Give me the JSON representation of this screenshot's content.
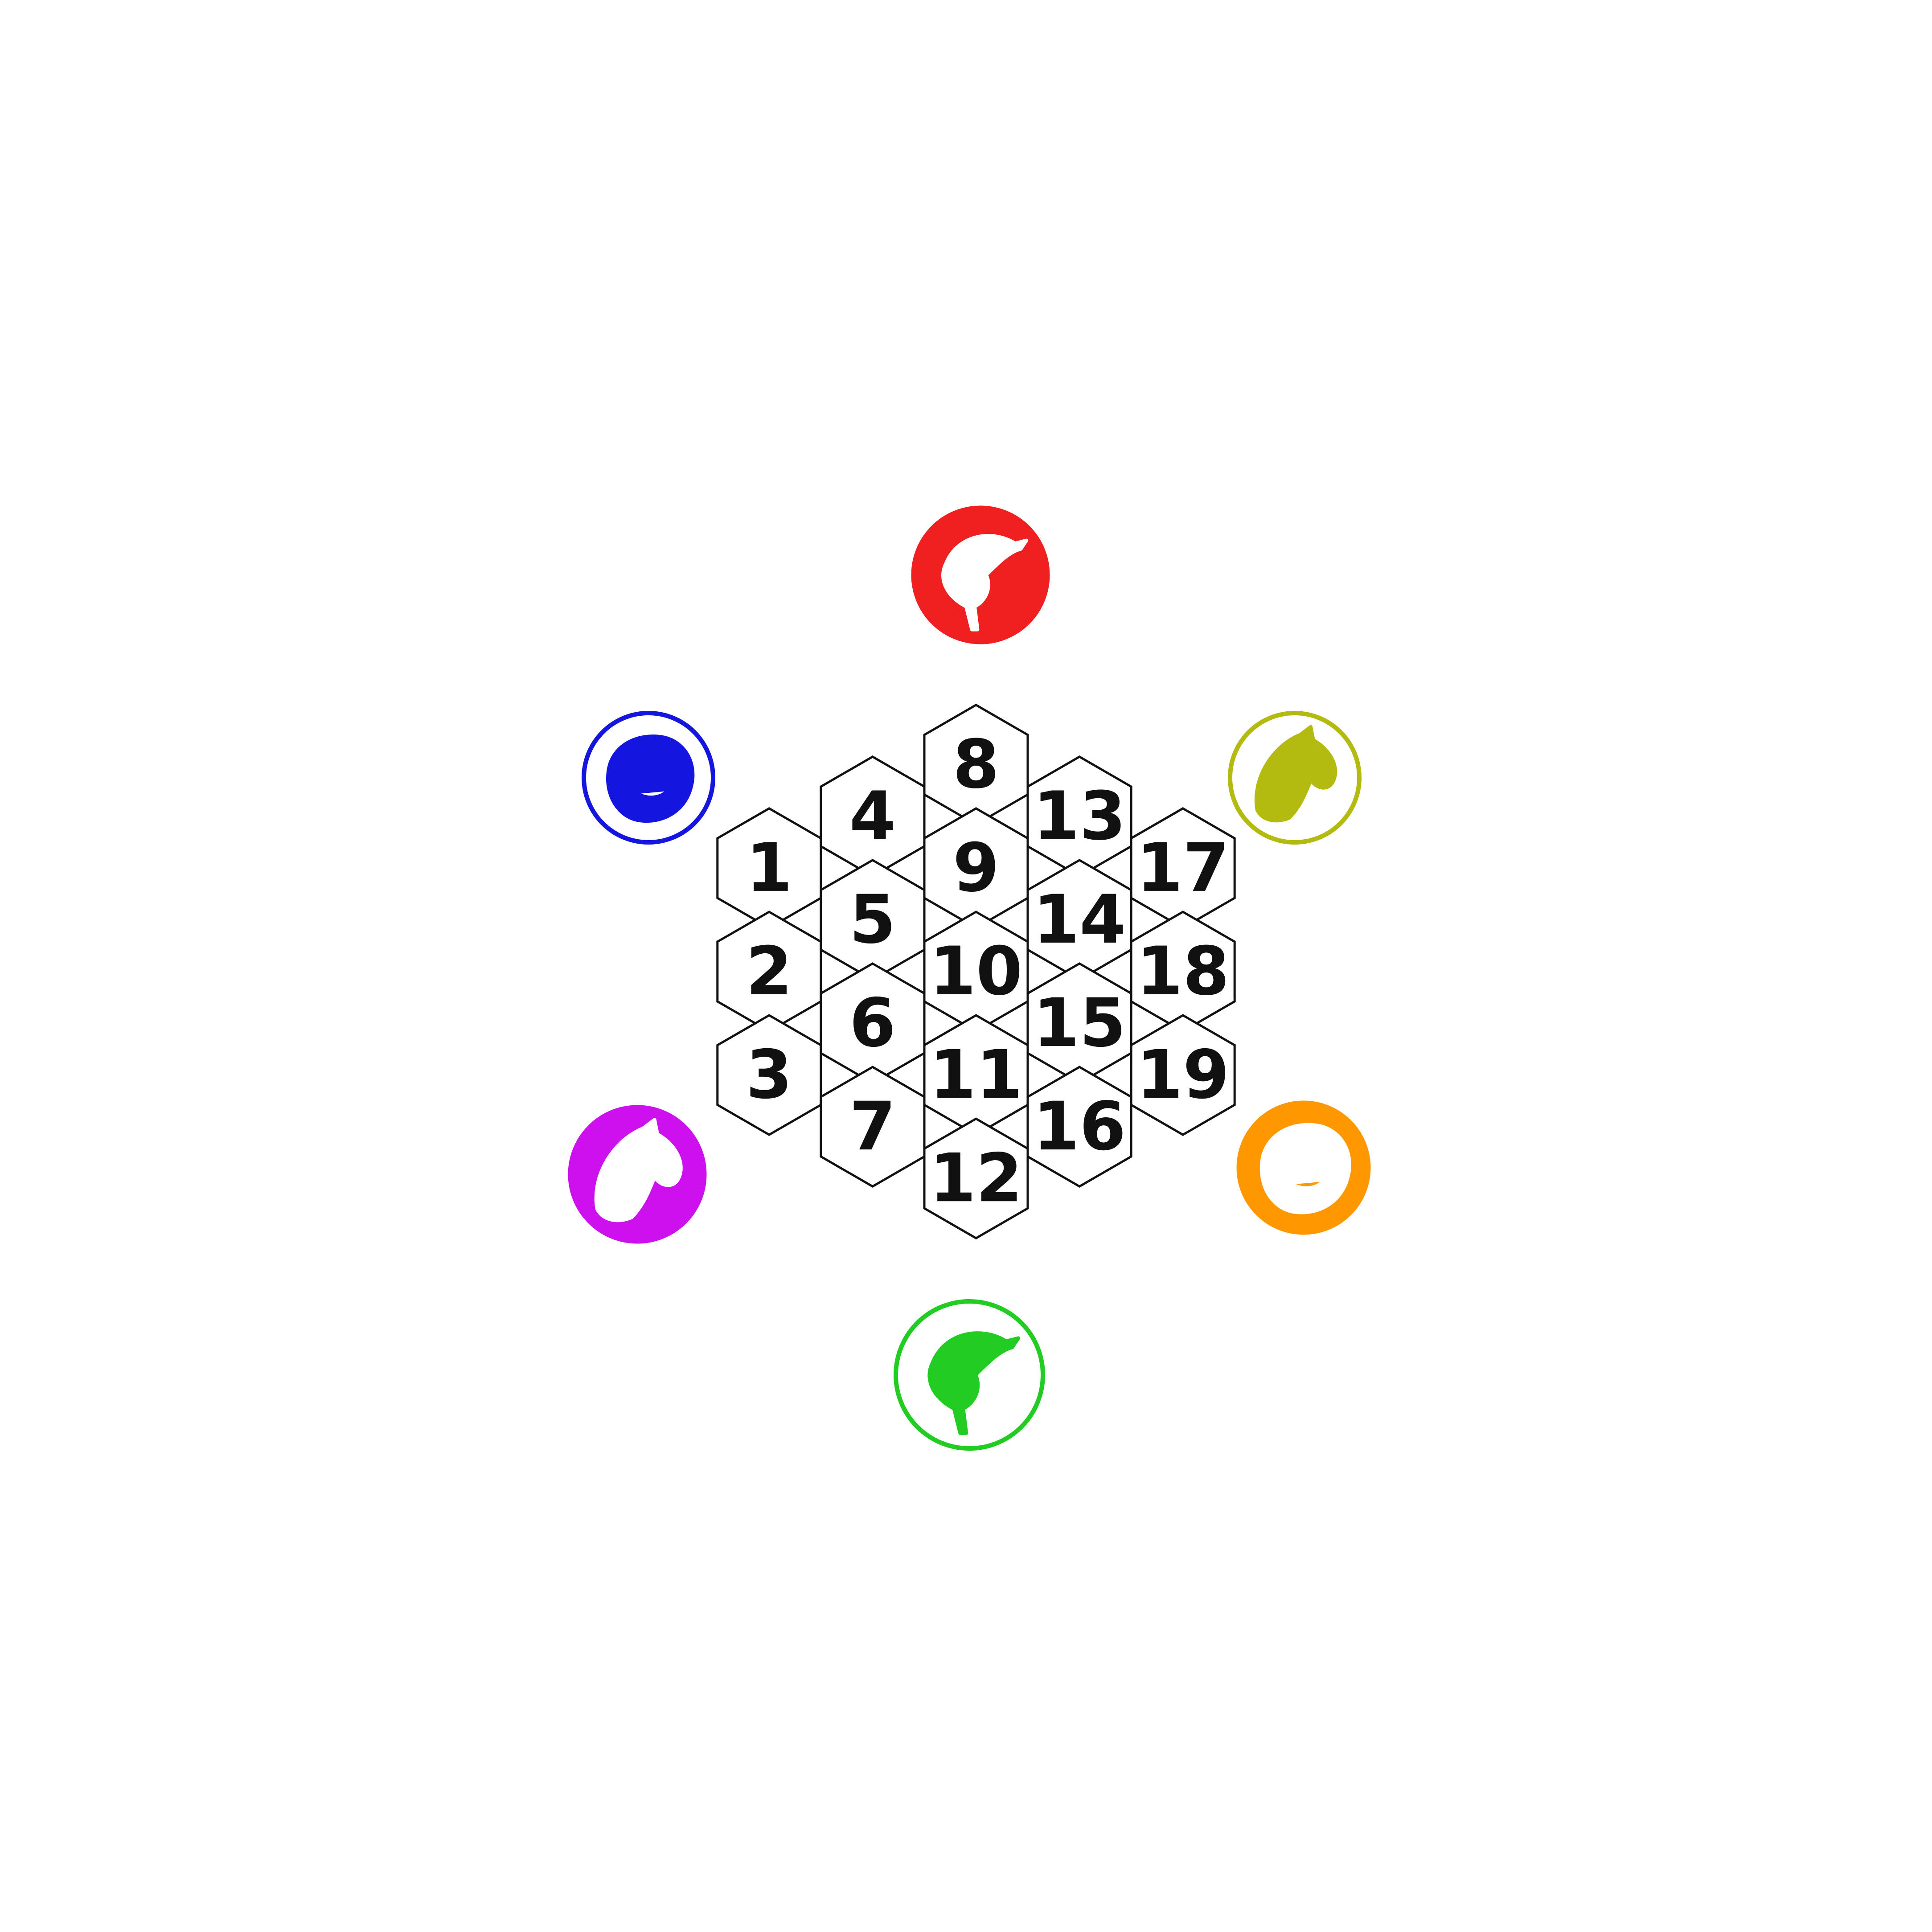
{
  "board": {
    "cells": [
      {
        "label": "1"
      },
      {
        "label": "2"
      },
      {
        "label": "3"
      },
      {
        "label": "4"
      },
      {
        "label": "5"
      },
      {
        "label": "6"
      },
      {
        "label": "7"
      },
      {
        "label": "8"
      },
      {
        "label": "9"
      },
      {
        "label": "10"
      },
      {
        "label": "11"
      },
      {
        "label": "12"
      },
      {
        "label": "13"
      },
      {
        "label": "14"
      },
      {
        "label": "15"
      },
      {
        "label": "16"
      },
      {
        "label": "17"
      },
      {
        "label": "18"
      },
      {
        "label": "19"
      }
    ]
  },
  "tokens": [
    {
      "name": "red-crane-token",
      "icon": "crane-icon",
      "color": "#f02020",
      "style": "filled"
    },
    {
      "name": "olive-horse-token",
      "icon": "horse-icon",
      "color": "#b3ba10",
      "style": "ring"
    },
    {
      "name": "orange-tiger-token",
      "icon": "tiger-icon",
      "color": "#ff9800",
      "style": "filled"
    },
    {
      "name": "green-crane-token",
      "icon": "crane-icon",
      "color": "#22cc22",
      "style": "ring"
    },
    {
      "name": "purple-horse-token",
      "icon": "horse-icon",
      "color": "#cc11ee",
      "style": "filled"
    },
    {
      "name": "blue-tiger-token",
      "icon": "tiger-icon",
      "color": "#1515e0",
      "style": "ring"
    }
  ]
}
